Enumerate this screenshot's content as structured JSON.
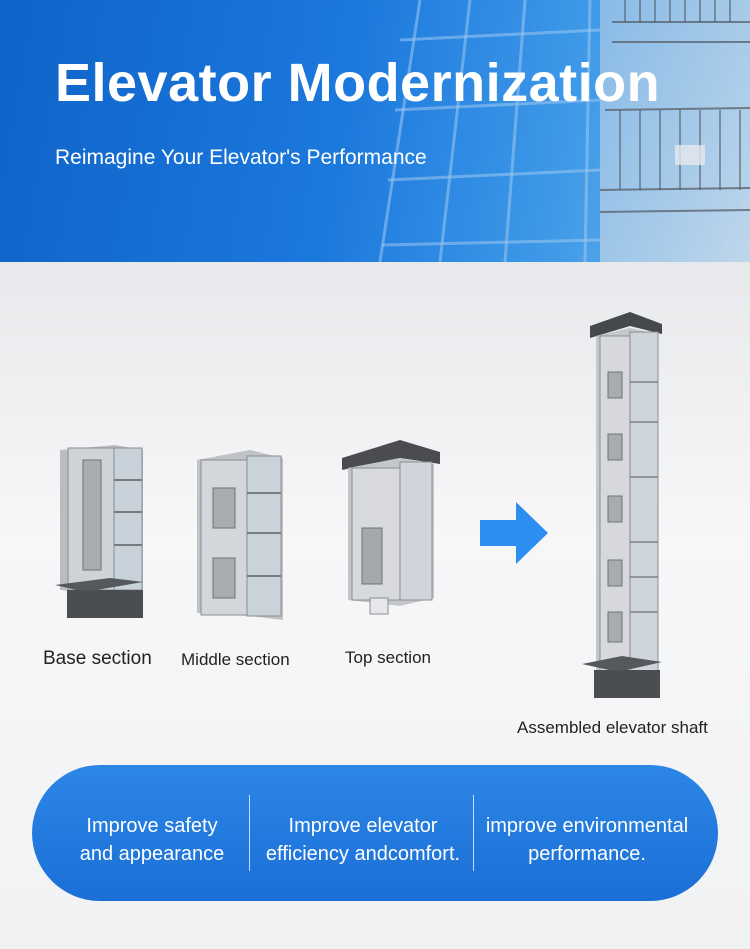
{
  "hero": {
    "title": "Elevator Modernization",
    "subtitle": "Reimagine Your Elevator's Performance"
  },
  "sections": [
    {
      "id": "base",
      "label": "Base section"
    },
    {
      "id": "middle",
      "label": "Middle section"
    },
    {
      "id": "top",
      "label": "Top section"
    }
  ],
  "assembled": {
    "label": "Assembled elevator shaft"
  },
  "arrow": {
    "icon": "right-arrow-icon",
    "color": "#2b8ef0"
  },
  "benefits": [
    "Improve safety\nand appearance",
    "Improve elevator\nefficiency andcomfort.",
    "improve environmental\nperformance."
  ],
  "colors": {
    "brand_blue": "#1a6fd6",
    "accent_blue": "#2b8ef0"
  }
}
